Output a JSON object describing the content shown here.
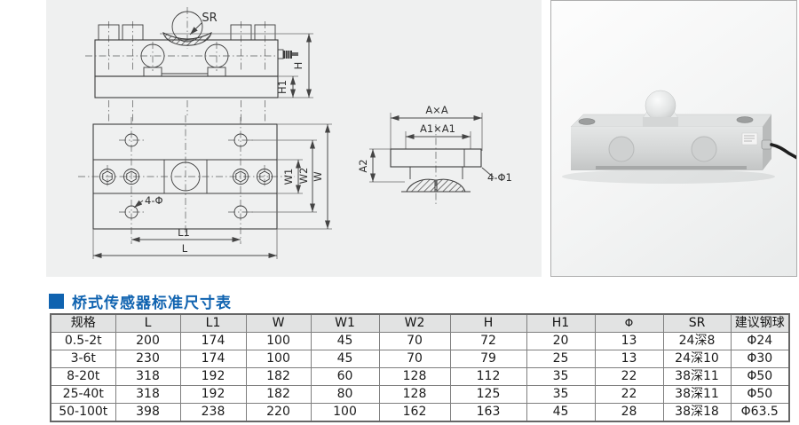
{
  "section": {
    "title": "桥式传感器标准尺寸表"
  },
  "colors": {
    "accent_blue": "#1063b0",
    "panel_gray": "#eff0f0"
  },
  "drawing_labels": {
    "sr": "SR",
    "h": "H",
    "h1": "H1",
    "w1": "W1",
    "w2": "W2",
    "w": "W",
    "l1": "L1",
    "l": "L",
    "corner_holes": "4-Φ",
    "axa": "A×A",
    "a1xa1": "A1×A1",
    "a2": "A2",
    "plate_holes": "4-Φ1"
  },
  "table": {
    "columns": [
      "规格",
      "L",
      "L1",
      "W",
      "W1",
      "W2",
      "H",
      "H1",
      "Φ",
      "SR",
      "建议钢球"
    ],
    "rows": [
      [
        "0.5-2t",
        "200",
        "174",
        "100",
        "45",
        "70",
        "72",
        "20",
        "13",
        "24深8",
        "Φ24"
      ],
      [
        "3-6t",
        "230",
        "174",
        "100",
        "45",
        "70",
        "79",
        "25",
        "13",
        "24深10",
        "Φ30"
      ],
      [
        "8-20t",
        "318",
        "192",
        "182",
        "60",
        "128",
        "112",
        "35",
        "22",
        "38深11",
        "Φ50"
      ],
      [
        "25-40t",
        "318",
        "192",
        "182",
        "80",
        "128",
        "125",
        "35",
        "22",
        "38深11",
        "Φ50"
      ],
      [
        "50-100t",
        "398",
        "238",
        "220",
        "100",
        "162",
        "163",
        "45",
        "28",
        "38深18",
        "Φ63.5"
      ]
    ]
  }
}
